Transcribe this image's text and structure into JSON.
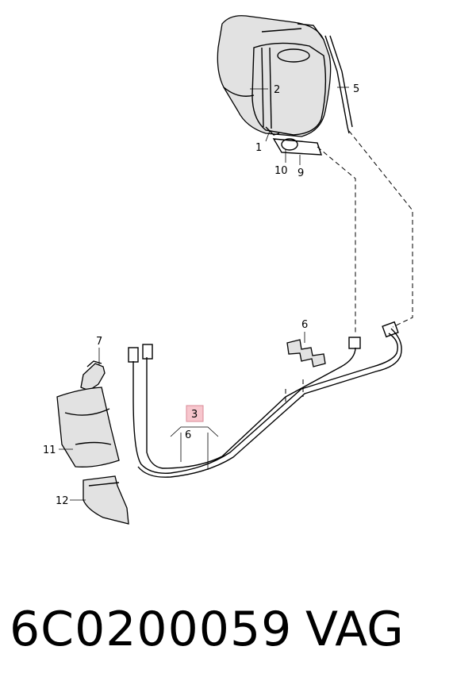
{
  "diagram": {
    "callouts": [
      "1",
      "2",
      "3",
      "5",
      "6",
      "6",
      "7",
      "9",
      "10",
      "11",
      "12"
    ],
    "highlighted_callout": "3",
    "highlight_color": "#f7c6cd"
  },
  "footer": {
    "part_number": "6C0200059",
    "brand": "VAG"
  }
}
